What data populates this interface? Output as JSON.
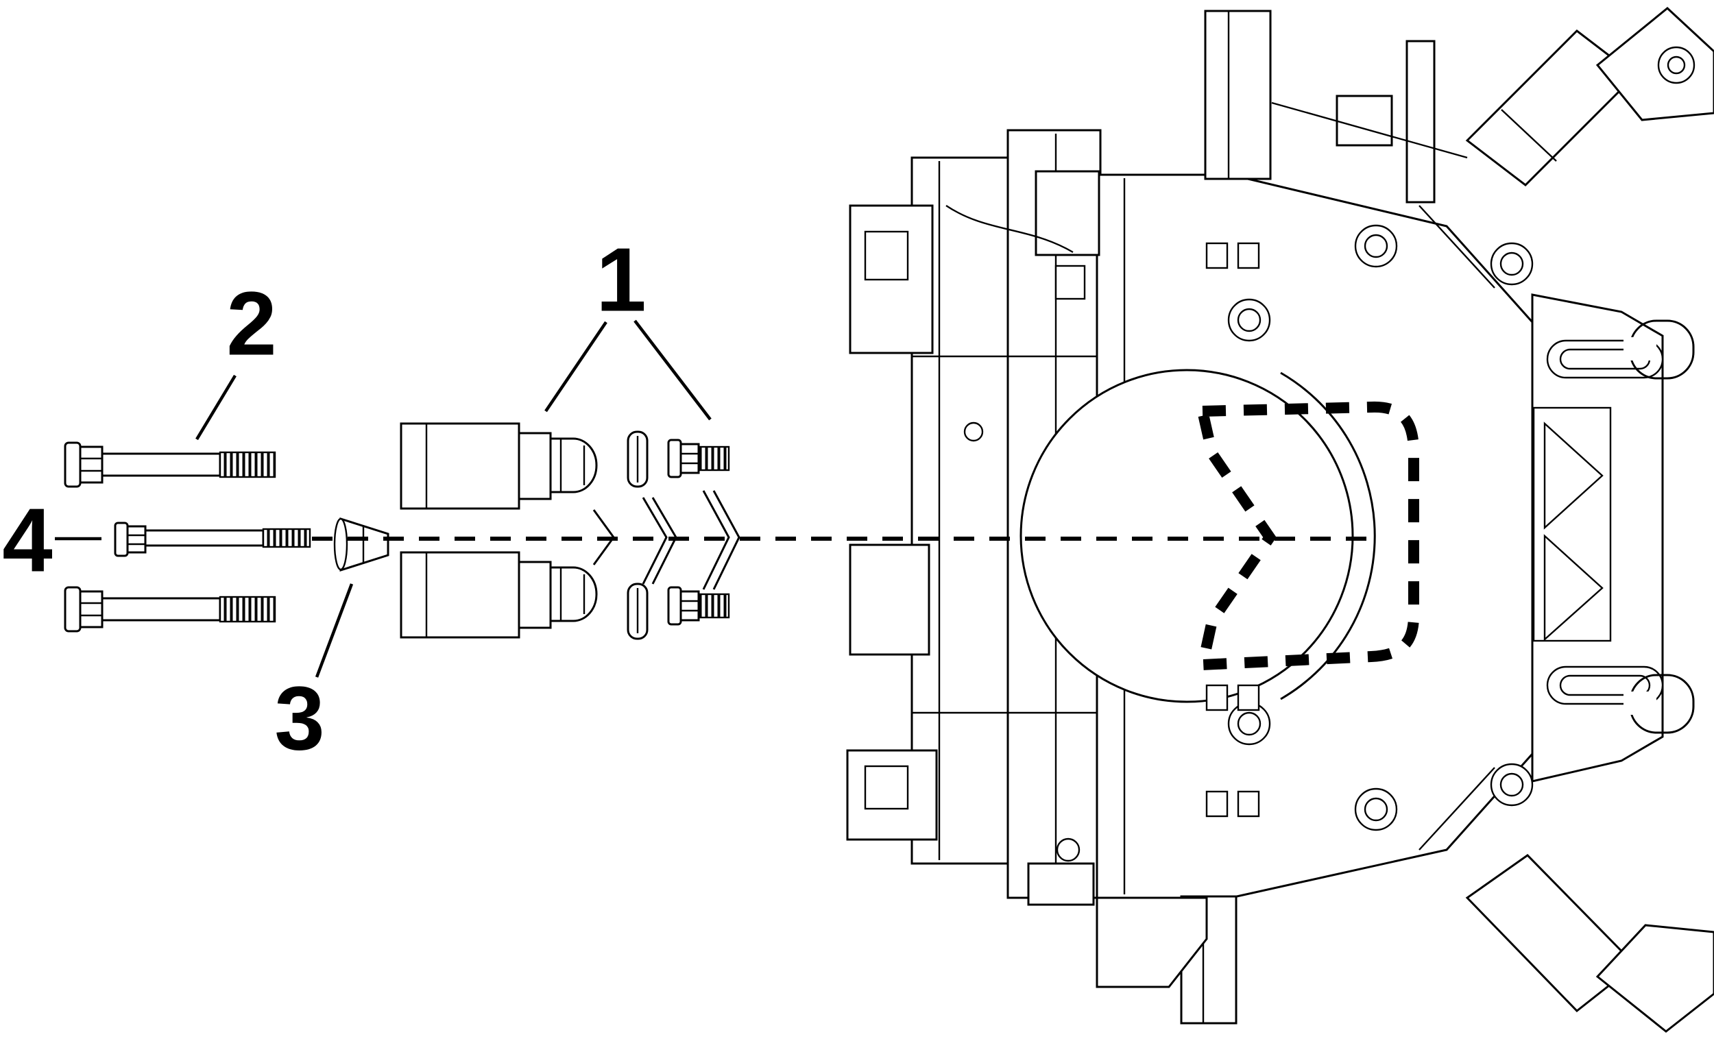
{
  "page": {
    "background_color": "#ffffff",
    "line_color": "#000000"
  },
  "diagram": {
    "type": "exploded-parts-diagram",
    "callouts": [
      {
        "label": "1"
      },
      {
        "label": "2"
      },
      {
        "label": "3"
      },
      {
        "label": "4"
      }
    ]
  }
}
